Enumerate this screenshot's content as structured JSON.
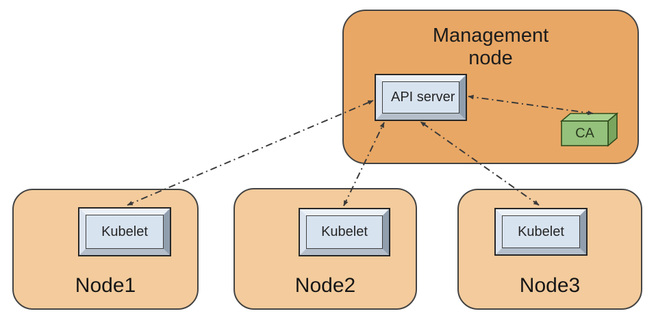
{
  "management_node": {
    "label": "Management node",
    "api_server_label": "API server",
    "ca_label": "CA"
  },
  "nodes": [
    {
      "label": "Node1",
      "component_label": "Kubelet"
    },
    {
      "label": "Node2",
      "component_label": "Kubelet"
    },
    {
      "label": "Node3",
      "component_label": "Kubelet"
    }
  ],
  "connections": [
    {
      "from": "api-server",
      "to": "kubelet-node1",
      "style": "dash-dot",
      "bidirectional": true
    },
    {
      "from": "api-server",
      "to": "kubelet-node2",
      "style": "dash-dot",
      "bidirectional": true
    },
    {
      "from": "api-server",
      "to": "kubelet-node3",
      "style": "dash-dot",
      "bidirectional": true
    },
    {
      "from": "api-server",
      "to": "ca",
      "style": "dash-dot",
      "bidirectional": true
    }
  ],
  "colors": {
    "background": "#ffffff",
    "management_node_fill": "#e8a765",
    "worker_node_fill": "#f3cb9c",
    "group_border": "#434343",
    "component_face": "#d8e3f0",
    "bevel_light": "#ecf1f8",
    "bevel_dark": "#909eae",
    "ca_front": "#94c17c",
    "ca_top": "#a9d290",
    "ca_side": "#79a55f",
    "connector": "#3a3a3a"
  }
}
